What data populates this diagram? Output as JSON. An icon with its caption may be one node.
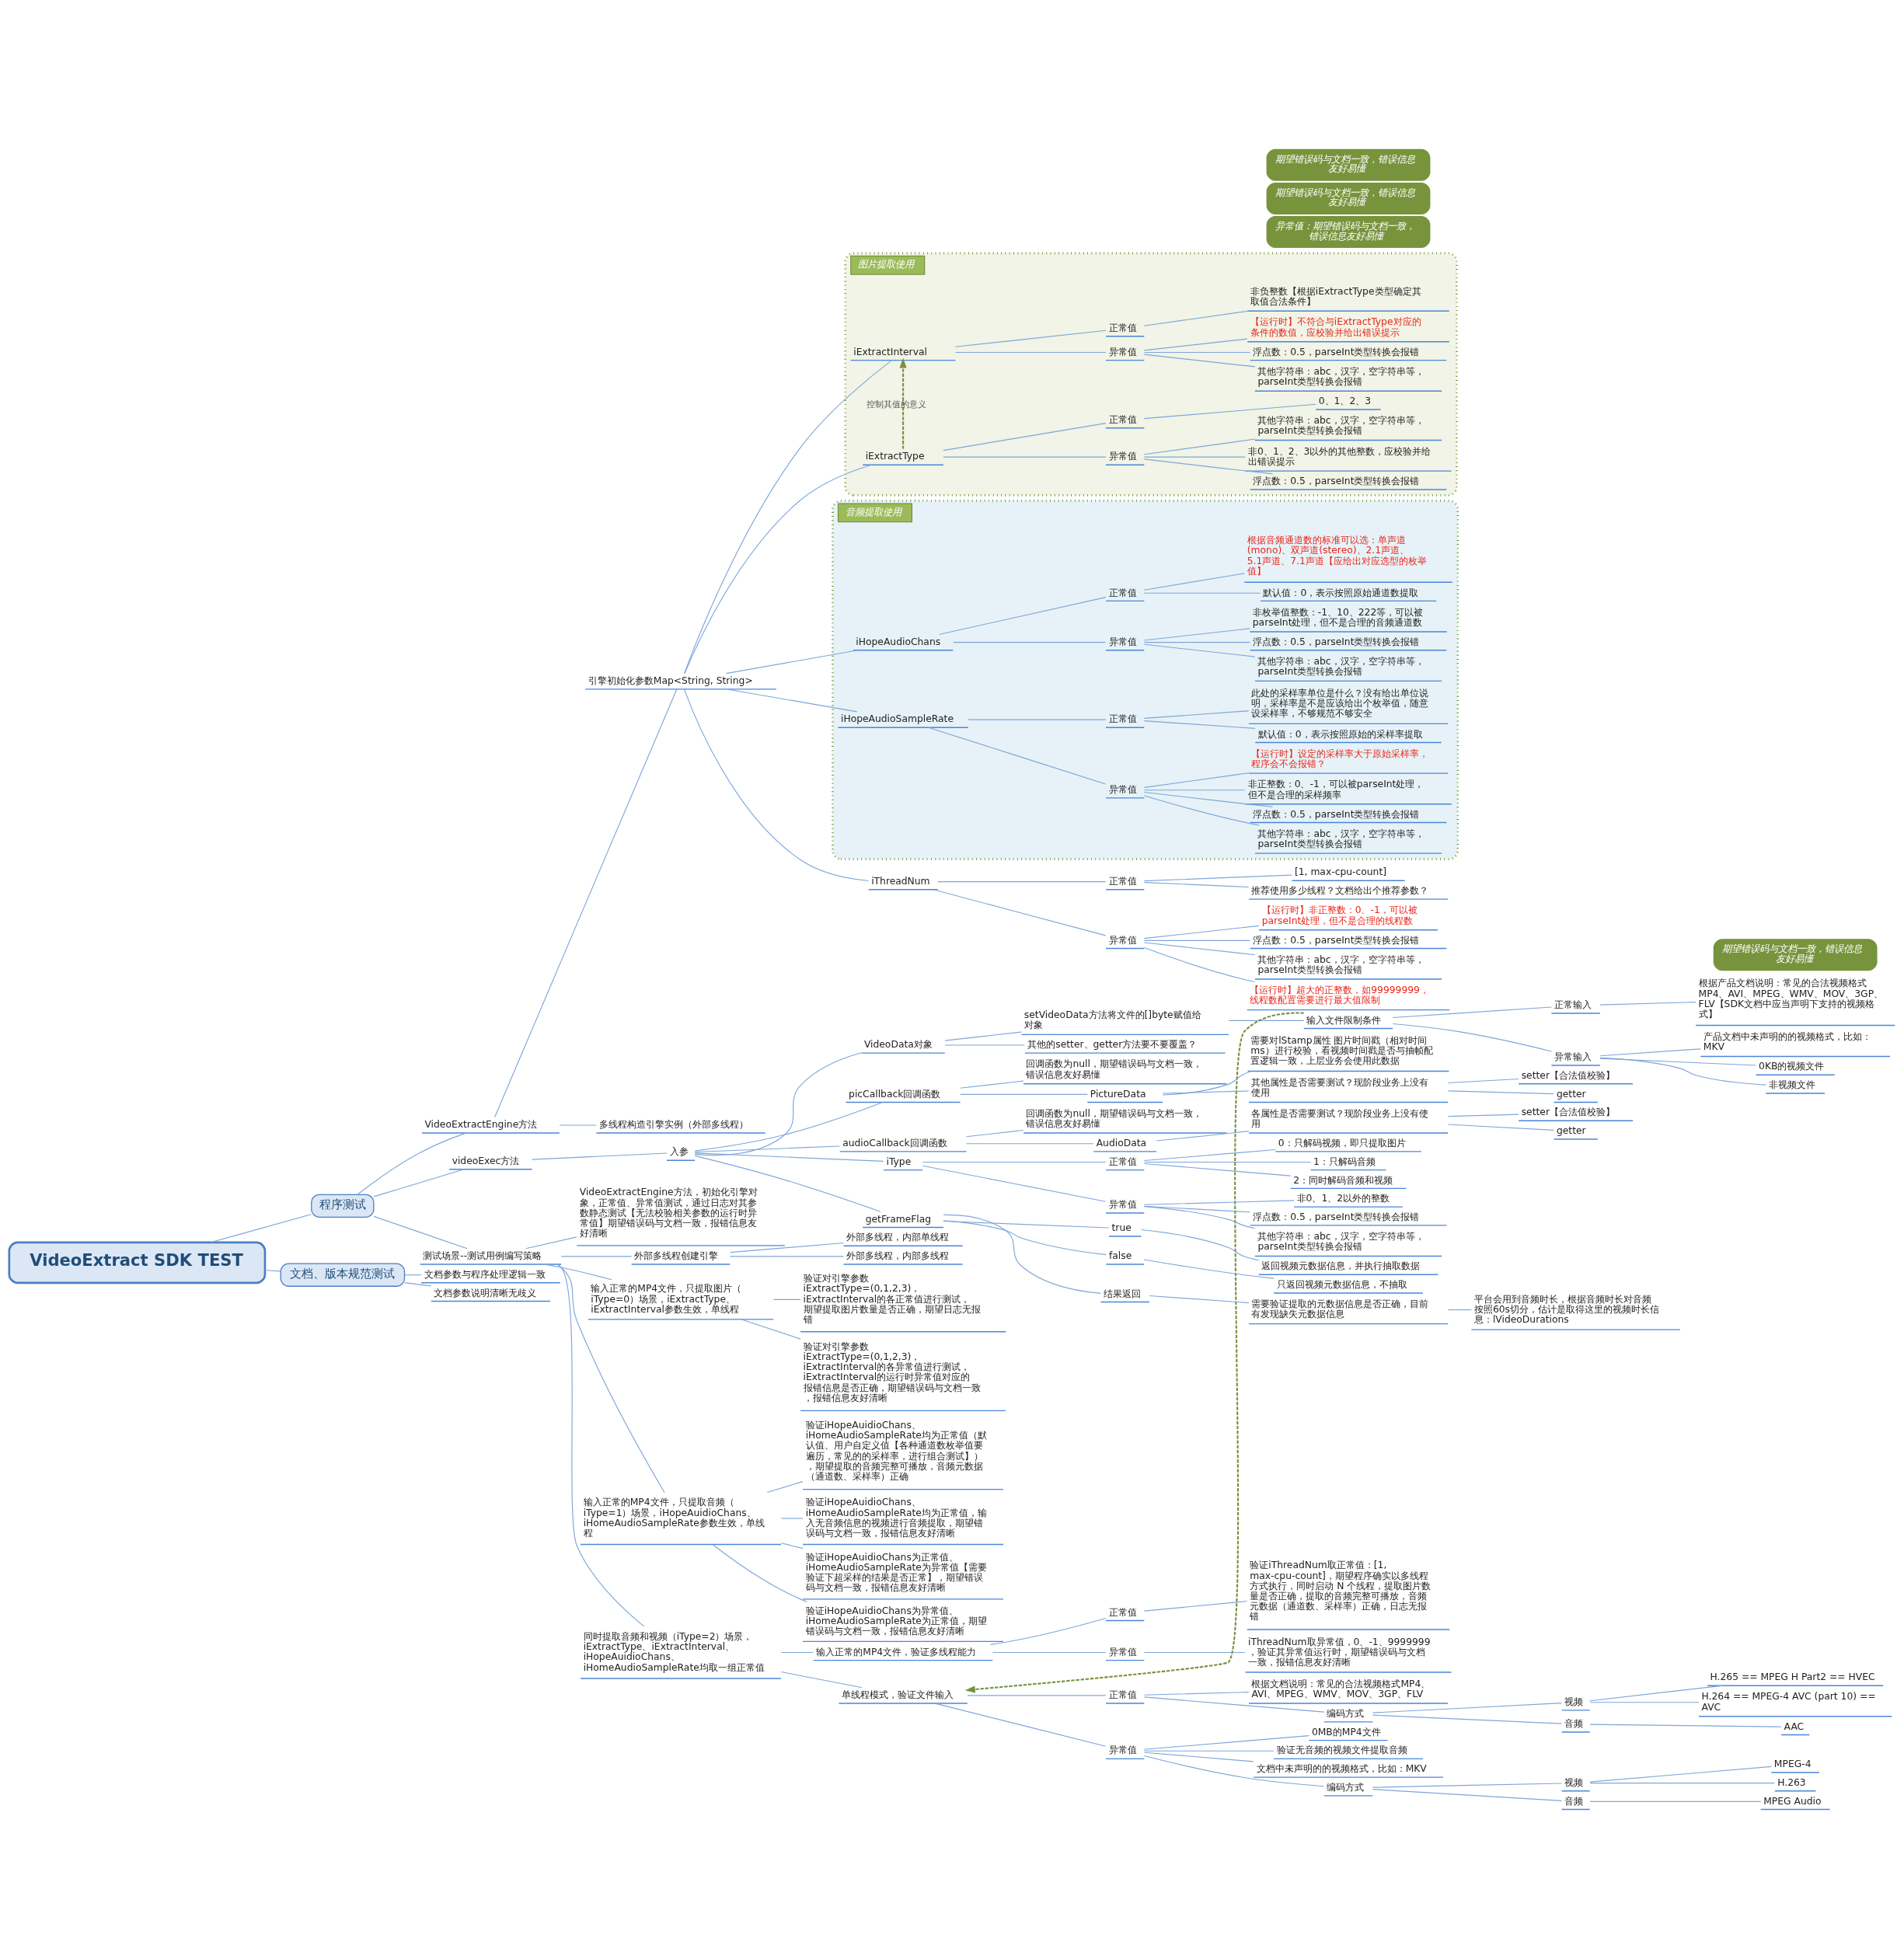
{
  "diagram": {
    "nodes": [
      {
        "text": [
          "VideoExtract SDK TEST"
        ]
      },
      {
        "text": [
          "程序测试"
        ]
      },
      {
        "text": [
          "VideoExtractEngine方法"
        ]
      },
      {
        "text": [
          "引擎初始化参数Map<String, String>"
        ]
      },
      {
        "text": [
          "iThreadNum"
        ]
      },
      {
        "text": [
          "正常值"
        ]
      },
      {
        "text": [
          "[1, max-cpu-count]"
        ]
      },
      {
        "text": [
          "推荐使用多少线程？文档给出个推荐参数？"
        ]
      },
      {
        "text": [
          "异常值"
        ]
      },
      {
        "text": [
          "【运行时】非正整数：0、-1，可以被parseInt处理，但不是合理的线程数"
        ]
      },
      {
        "text": [
          "浮点数：0.5，parseInt类型转换会报错"
        ]
      },
      {
        "text": [
          "其他字符串：abc，汉字，空字符串等，parseInt类型转换会报错"
        ]
      },
      {
        "text": [
          "【运行时】超大的正整数，如99999999，线程数配置需要进行最大值限制"
        ]
      },
      {
        "text": [
          "图片提取使用"
        ]
      },
      {
        "text": [
          "iExtractInterval"
        ],
        "in": 13
      },
      {
        "text": [
          "正常值"
        ],
        "in": 13
      },
      {
        "text": [
          "非负整数【根据iExtractType类型确定其取值合法条件】"
        ],
        "in": 13
      },
      {
        "text": [
          "异常值"
        ],
        "in": 13
      },
      {
        "text": [
          "浮点数：0.5，parseInt类型转换会报错"
        ],
        "in": 13
      },
      {
        "text": [
          "其他字符串：abc，汉字，空字符串等，parseInt类型转换会报错"
        ],
        "in": 13
      },
      {
        "text": [
          "【运行时】不符合与iExtractType对应的条件的数值，应校验并给出错误提示"
        ],
        "in": 13
      },
      {
        "text": [
          "iExtractType"
        ],
        "in": 13
      },
      {
        "text": [
          "正常值"
        ],
        "in": 13
      },
      {
        "text": [
          "0、1、2、3"
        ],
        "in": 13
      },
      {
        "text": [
          "异常值"
        ],
        "in": 13
      },
      {
        "text": [
          "非0、1、2、3以外的其他整数，应校验并给出错误提示"
        ],
        "in": 13
      },
      {
        "text": [
          "浮点数：0.5，parseInt类型转换会报错"
        ],
        "in": 13
      },
      {
        "text": [
          "其他字符串：abc，汉字，空字符串等，parseInt类型转换会报错"
        ],
        "in": 13
      },
      {
        "text": [
          "音频提取使用"
        ]
      },
      {
        "text": [
          "iHopeAudioChans"
        ],
        "in": 28
      },
      {
        "text": [
          "正常值"
        ],
        "in": 28
      },
      {
        "text": [
          "默认值：0，表示按照原始通道数提取"
        ],
        "in": 28
      },
      {
        "text": [
          "根据音频通道数的标准可以选：单声道(mono)、双声道(stereo)、2.1声道、5.1声道、7.1声道【应给出对应选型的枚举值】"
        ],
        "in": 28
      },
      {
        "text": [
          "异常值"
        ],
        "in": 28
      },
      {
        "text": [
          "非枚举值整数：-1、10、222等，可以被parseInt处理，但不是合理的音频通道数"
        ],
        "in": 28
      },
      {
        "text": [
          "浮点数：0.5，parseInt类型转换会报错"
        ],
        "in": 28
      },
      {
        "text": [
          "其他字符串：abc，汉字，空字符串等，parseInt类型转换会报错"
        ],
        "in": 28
      },
      {
        "text": [
          "iHopeAudioSampleRate"
        ],
        "in": 28
      },
      {
        "text": [
          "正常值"
        ],
        "in": 28
      },
      {
        "text": [
          "默认值：0，表示按照原始的采样率提取"
        ],
        "in": 28
      },
      {
        "text": [
          "此处的采样率单位是什么？没有给出单位说明，采样率是不是应该给出个枚举值，随意设采样率，不够规范不够安全"
        ],
        "in": 28
      },
      {
        "text": [
          "异常值"
        ],
        "in": 28
      },
      {
        "text": [
          "非正整数：0、-1，可以被parseInt处理，但不是合理的采样频率"
        ],
        "in": 28
      },
      {
        "text": [
          "浮点数：0.5，parseInt类型转换会报错"
        ],
        "in": 28
      },
      {
        "text": [
          "其他字符串：abc，汉字，空字符串等，parseInt类型转换会报错"
        ],
        "in": 28
      },
      {
        "text": [
          "【运行时】设定的采样率大于原始采样率，程序会不会报错？"
        ],
        "in": 28
      },
      {
        "text": [
          "异常值：期望错误码与文档一致，错误信息友好易懂"
        ]
      },
      {
        "text": [
          "多线程构造引擎实例（外部多线程）"
        ]
      },
      {
        "text": [
          "videoExec方法"
        ]
      },
      {
        "text": [
          "入参"
        ]
      },
      {
        "text": [
          "VideoData对象"
        ]
      },
      {
        "text": [
          "setVideoData方法将文件的[]byte赋值给对象"
        ]
      },
      {
        "text": [
          "输入文件限制条件"
        ]
      },
      {
        "text": [
          "正常输入"
        ]
      },
      {
        "text": [
          "根据产品文档说明：常见的合法视频格式MP4、AVI、MPEG、WMV、MOV、3GP、FLV【SDK文档中应当声明下支持的视频格式】"
        ]
      },
      {
        "text": [
          "异常输入"
        ]
      },
      {
        "text": [
          "产品文档中未声明的的视频格式，比如：MKV"
        ]
      },
      {
        "text": [
          "0KB的视频文件"
        ]
      },
      {
        "text": [
          "非视频文件"
        ]
      },
      {
        "text": [
          "期望错误码与文档一致，错误信息友好易懂"
        ]
      },
      {
        "text": [
          "其他的setter、getter方法要不要覆盖？"
        ]
      },
      {
        "text": [
          "picCallback回调函数"
        ]
      },
      {
        "text": [
          "回调函数为null，期望错误码与文档一致，错误信息友好易懂"
        ]
      },
      {
        "text": [
          "PictureData"
        ]
      },
      {
        "text": [
          "需要对lStamp属性 图片时间戳（相对时间ms）进行校验，看视频时间戳是否与抽帧配置逻辑一致，上层业务会使用此数据"
        ]
      },
      {
        "text": [
          "其他属性是否需要测试？现阶段业务上没有使用"
        ]
      },
      {
        "text": [
          "setter【合法值校验】"
        ]
      },
      {
        "text": [
          "getter"
        ]
      },
      {
        "text": [
          "audioCallback回调函数"
        ]
      },
      {
        "text": [
          "回调函数为null，期望错误码与文档一致，错误信息友好易懂"
        ]
      },
      {
        "text": [
          "AudioData"
        ]
      },
      {
        "text": [
          "各属性是否需要测试？现阶段业务上没有使用"
        ]
      },
      {
        "text": [
          "setter【合法值校验】"
        ]
      },
      {
        "text": [
          "getter"
        ]
      },
      {
        "text": [
          "iType"
        ]
      },
      {
        "text": [
          "正常值"
        ]
      },
      {
        "text": [
          "0：只解码视频，即只提取图片"
        ]
      },
      {
        "text": [
          "1：只解码音频"
        ]
      },
      {
        "text": [
          "2：同时解码音频和视频"
        ]
      },
      {
        "text": [
          "异常值"
        ]
      },
      {
        "text": [
          "非0、1、2以外的整数"
        ]
      },
      {
        "text": [
          "浮点数：0.5，parseInt类型转换会报错"
        ]
      },
      {
        "text": [
          "其他字符串：abc，汉字，空字符串等，parseInt类型转换会报错"
        ]
      },
      {
        "text": [
          "期望错误码与文档一致，错误信息友好易懂"
        ]
      },
      {
        "text": [
          "getFrameFlag"
        ]
      },
      {
        "text": [
          "true"
        ]
      },
      {
        "text": [
          "返回视频元数据信息，并执行抽取数据"
        ]
      },
      {
        "text": [
          "false"
        ]
      },
      {
        "text": [
          "只返回视频元数据信息，不抽取"
        ]
      },
      {
        "text": [
          "结果返回"
        ]
      },
      {
        "text": [
          "需要验证提取的元数据信息是否正确，目前有发现缺失元数据信息"
        ]
      },
      {
        "text": [
          "平台会用到音频时长，根据音频时长对音频按照60s切分，估计是取得这里的视频时长信息：lVideoDurations"
        ]
      },
      {
        "text": [
          "测试场景--测试用例编写策略"
        ]
      },
      {
        "text": [
          "VideoExtractEngine方法，初始化引擎对象，正常值、异常值测试，通过日志对其参数静态测试【无法校验相关参数的运行时异常值】期望错误码与文档一致，报错信息友好清晰"
        ]
      },
      {
        "text": [
          "外部多线程创建引擎"
        ]
      },
      {
        "text": [
          "外部多线程，内部单线程"
        ]
      },
      {
        "text": [
          "外部多线程，内部多线程"
        ]
      },
      {
        "text": [
          "输入正常的MP4文件，只提取图片（iType=0）场景，iExtractType、iExtractInterval参数生效，单线程"
        ]
      },
      {
        "text": [
          "验证对引擎参数iExtractType=(0,1,2,3)，iExtractInterval的各正常值进行测试，期望提取图片数量是否正确，期望日志无报错"
        ]
      },
      {
        "text": [
          "验证对引擎参数iExtractType=(0,1,2,3)，iExtractInterval的各异常值进行测试，iExtractInterval的运行时异常值对应的报错信息是否正确，期望错误码与文档一致，报错信息友好清晰"
        ]
      },
      {
        "text": [
          "输入正常的MP4文件，只提取音频（iType=1）场景，iHopeAuidioChans、iHomeAudioSampleRate参数生效，单线程"
        ]
      },
      {
        "text": [
          "验证iHopeAuidioChans、iHomeAudioSampleRate均为正常值（默认值、用户自定义值【各种通道数枚举值要遍历，常见的的采样率，进行组合测试】），期望提取的音频完整可播放，音频元数据（通道数、采样率）正确"
        ]
      },
      {
        "text": [
          "验证iHopeAuidioChans、iHomeAudioSampleRate均为正常值，输入无音频信息的视频进行音频提取，期望错误码与文档一致，报错信息友好清晰"
        ]
      },
      {
        "text": [
          "验证iHopeAuidioChans为正常值、iHomeAudioSampleRate为异常值【需要验证下超采样的结果是否正常】，期望错误码与文档一致，报错信息友好清晰"
        ]
      },
      {
        "text": [
          "验证iHopeAuidioChans为异常值、iHomeAudioSampleRate为正常值，期望错误码与文档一致，报错信息友好清晰"
        ]
      },
      {
        "text": [
          "同时提取音频和视频（iType=2）场景，iExtractType、iExtractInterval、iHopeAuidioChans、iHomeAudioSampleRate均取一组正常值"
        ]
      },
      {
        "text": [
          "输入正常的MP4文件，验证多线程能力"
        ]
      },
      {
        "text": [
          "正常值"
        ]
      },
      {
        "text": [
          "验证iThreadNum取正常值：[1, max-cpu-count]，期望程序确实以多线程方式执行，同时启动 N 个线程，提取图片数量是否正确，提取的音频完整可播放，音频元数据（通道数、采样率）正确，日志无报错"
        ]
      },
      {
        "text": [
          "异常值"
        ]
      },
      {
        "text": [
          "iThreadNum取异常值，0、-1、9999999，验证其异常值运行时，期望错误码与文档一致，报错信息友好清晰"
        ]
      },
      {
        "text": [
          "单线程模式，验证文件输入"
        ]
      },
      {
        "text": [
          "正常值"
        ]
      },
      {
        "text": [
          "根据文档说明：常见的合法视频格式MP4、AVI、MPEG、WMV、MOV、3GP、FLV"
        ]
      },
      {
        "text": [
          "编码方式"
        ]
      },
      {
        "text": [
          "视频"
        ]
      },
      {
        "text": [
          "H.265 == MPEG H Part2 == HVEC"
        ]
      },
      {
        "text": [
          "H.264 == MPEG-4 AVC (part 10) == AVC"
        ]
      },
      {
        "text": [
          "音频"
        ]
      },
      {
        "text": [
          "AAC"
        ]
      },
      {
        "text": [
          "异常值"
        ]
      },
      {
        "text": [
          "0MB的MP4文件"
        ]
      },
      {
        "text": [
          "验证无音频的视频文件提取音频"
        ]
      },
      {
        "text": [
          "文档中未声明的的视频格式，比如：MKV"
        ]
      },
      {
        "text": [
          "编码方式"
        ]
      },
      {
        "text": [
          "视频"
        ]
      },
      {
        "text": [
          "MPEG-4"
        ]
      },
      {
        "text": [
          "H.263"
        ]
      },
      {
        "text": [
          "音频"
        ]
      },
      {
        "text": [
          "MPEG Audio"
        ]
      },
      {
        "text": [
          "期望错误码与文档一致，错误信息友好易懂"
        ]
      },
      {
        "text": [
          "文档、版本规范测试"
        ]
      },
      {
        "text": [
          "文档参数与程序处理逻辑一致"
        ]
      },
      {
        "text": [
          "文档参数说明清晰无歧义"
        ]
      }
    ],
    "edges": [
      {
        "from": 0,
        "to": 1,
        "arrow": "none"
      },
      {
        "from": 1,
        "to": 2,
        "arrow": "none"
      },
      {
        "from": 2,
        "to": 3,
        "arrow": "none"
      },
      {
        "from": 3,
        "to": 14,
        "arrow": "none"
      },
      {
        "from": 14,
        "to": 17,
        "arrow": "none"
      },
      {
        "from": 17,
        "to": 20,
        "arrow": "none"
      },
      {
        "from": 17,
        "to": 19,
        "arrow": "none"
      },
      {
        "from": 17,
        "to": 18,
        "arrow": "none"
      },
      {
        "from": 14,
        "to": 15,
        "arrow": "none"
      },
      {
        "from": 15,
        "to": 16,
        "arrow": "none"
      },
      {
        "from": 3,
        "to": 21,
        "arrow": "none"
      },
      {
        "from": 21,
        "to": 24,
        "arrow": "none"
      },
      {
        "from": 24,
        "to": 27,
        "arrow": "none"
      },
      {
        "from": 24,
        "to": 26,
        "arrow": "none"
      },
      {
        "from": 24,
        "to": 25,
        "arrow": "none"
      },
      {
        "from": 21,
        "to": 22,
        "arrow": "none"
      },
      {
        "from": 22,
        "to": 23,
        "arrow": "none"
      },
      {
        "from": 21,
        "to": 14,
        "arrow": "to",
        "label": "控制其值的意义",
        "style": "dashed",
        "color": "#76923c"
      },
      {
        "from": 3,
        "to": 29,
        "arrow": "none"
      },
      {
        "from": 29,
        "to": 33,
        "arrow": "none"
      },
      {
        "from": 33,
        "to": 36,
        "arrow": "none"
      },
      {
        "from": 33,
        "to": 35,
        "arrow": "none"
      },
      {
        "from": 33,
        "to": 34,
        "arrow": "none"
      },
      {
        "from": 29,
        "to": 30,
        "arrow": "none"
      },
      {
        "from": 30,
        "to": 32,
        "arrow": "none"
      },
      {
        "from": 30,
        "to": 31,
        "arrow": "none"
      },
      {
        "from": 3,
        "to": 37,
        "arrow": "none"
      },
      {
        "from": 37,
        "to": 41,
        "arrow": "none"
      },
      {
        "from": 41,
        "to": 45,
        "arrow": "none"
      },
      {
        "from": 41,
        "to": 44,
        "arrow": "none"
      },
      {
        "from": 41,
        "to": 43,
        "arrow": "none"
      },
      {
        "from": 41,
        "to": 42,
        "arrow": "none"
      },
      {
        "from": 37,
        "to": 38,
        "arrow": "none"
      },
      {
        "from": 38,
        "to": 40,
        "arrow": "none"
      },
      {
        "from": 38,
        "to": 39,
        "arrow": "none"
      },
      {
        "from": 3,
        "to": 4,
        "arrow": "none"
      },
      {
        "from": 4,
        "to": 5,
        "arrow": "none"
      },
      {
        "from": 5,
        "to": 6,
        "arrow": "none"
      },
      {
        "from": 5,
        "to": 7,
        "arrow": "none"
      },
      {
        "from": 4,
        "to": 8,
        "arrow": "none"
      },
      {
        "from": 8,
        "to": 9,
        "arrow": "none"
      },
      {
        "from": 8,
        "to": 10,
        "arrow": "none"
      },
      {
        "from": 8,
        "to": 11,
        "arrow": "none"
      },
      {
        "from": 8,
        "to": 12,
        "arrow": "none"
      },
      {
        "from": 2,
        "to": 47,
        "arrow": "none"
      },
      {
        "from": 1,
        "to": 48,
        "arrow": "none"
      },
      {
        "from": 48,
        "to": 49,
        "arrow": "none"
      },
      {
        "from": 49,
        "to": 50,
        "arrow": "none"
      },
      {
        "from": 50,
        "to": 51,
        "arrow": "none"
      },
      {
        "from": 51,
        "to": 52,
        "arrow": "none"
      },
      {
        "from": 52,
        "to": 53,
        "arrow": "none"
      },
      {
        "from": 53,
        "to": 54,
        "arrow": "none"
      },
      {
        "from": 52,
        "to": 55,
        "arrow": "none"
      },
      {
        "from": 55,
        "to": 56,
        "arrow": "none"
      },
      {
        "from": 55,
        "to": 57,
        "arrow": "none"
      },
      {
        "from": 55,
        "to": 58,
        "arrow": "none"
      },
      {
        "from": 50,
        "to": 60,
        "arrow": "none"
      },
      {
        "from": 49,
        "to": 61,
        "arrow": "none"
      },
      {
        "from": 61,
        "to": 62,
        "arrow": "none"
      },
      {
        "from": 61,
        "to": 63,
        "arrow": "none"
      },
      {
        "from": 63,
        "to": 64,
        "arrow": "none"
      },
      {
        "from": 63,
        "to": 65,
        "arrow": "none"
      },
      {
        "from": 65,
        "to": 66,
        "arrow": "none"
      },
      {
        "from": 65,
        "to": 67,
        "arrow": "none"
      },
      {
        "from": 49,
        "to": 68,
        "arrow": "none"
      },
      {
        "from": 68,
        "to": 69,
        "arrow": "none"
      },
      {
        "from": 68,
        "to": 70,
        "arrow": "none"
      },
      {
        "from": 70,
        "to": 71,
        "arrow": "none"
      },
      {
        "from": 71,
        "to": 72,
        "arrow": "none"
      },
      {
        "from": 71,
        "to": 73,
        "arrow": "none"
      },
      {
        "from": 49,
        "to": 74,
        "arrow": "none"
      },
      {
        "from": 74,
        "to": 75,
        "arrow": "none"
      },
      {
        "from": 75,
        "to": 76,
        "arrow": "none"
      },
      {
        "from": 75,
        "to": 77,
        "arrow": "none"
      },
      {
        "from": 75,
        "to": 78,
        "arrow": "none"
      },
      {
        "from": 74,
        "to": 79,
        "arrow": "none"
      },
      {
        "from": 79,
        "to": 80,
        "arrow": "none"
      },
      {
        "from": 79,
        "to": 81,
        "arrow": "none"
      },
      {
        "from": 79,
        "to": 82,
        "arrow": "none"
      },
      {
        "from": 49,
        "to": 84,
        "arrow": "none"
      },
      {
        "from": 84,
        "to": 85,
        "arrow": "none"
      },
      {
        "from": 85,
        "to": 86,
        "arrow": "none"
      },
      {
        "from": 84,
        "to": 87,
        "arrow": "none"
      },
      {
        "from": 87,
        "to": 88,
        "arrow": "none"
      },
      {
        "from": 84,
        "to": 89,
        "arrow": "none"
      },
      {
        "from": 89,
        "to": 90,
        "arrow": "none"
      },
      {
        "from": 90,
        "to": 91,
        "arrow": "none"
      },
      {
        "from": 1,
        "to": 92,
        "arrow": "none"
      },
      {
        "from": 92,
        "to": 93,
        "arrow": "none"
      },
      {
        "from": 92,
        "to": 94,
        "arrow": "none"
      },
      {
        "from": 94,
        "to": 95,
        "arrow": "none"
      },
      {
        "from": 94,
        "to": 96,
        "arrow": "none"
      },
      {
        "from": 92,
        "to": 97,
        "arrow": "none"
      },
      {
        "from": 97,
        "to": 98,
        "arrow": "none"
      },
      {
        "from": 97,
        "to": 99,
        "arrow": "none"
      },
      {
        "from": 92,
        "to": 100,
        "arrow": "none"
      },
      {
        "from": 100,
        "to": 101,
        "arrow": "none"
      },
      {
        "from": 100,
        "to": 102,
        "arrow": "none"
      },
      {
        "from": 100,
        "to": 103,
        "arrow": "none"
      },
      {
        "from": 100,
        "to": 104,
        "arrow": "none"
      },
      {
        "from": 92,
        "to": 105,
        "arrow": "none"
      },
      {
        "from": 105,
        "to": 106,
        "arrow": "none"
      },
      {
        "from": 106,
        "to": 107,
        "arrow": "none"
      },
      {
        "from": 107,
        "to": 108,
        "arrow": "none"
      },
      {
        "from": 106,
        "to": 109,
        "arrow": "none"
      },
      {
        "from": 109,
        "to": 110,
        "arrow": "none"
      },
      {
        "from": 105,
        "to": 111,
        "arrow": "none"
      },
      {
        "from": 111,
        "to": 112,
        "arrow": "none"
      },
      {
        "from": 112,
        "to": 113,
        "arrow": "none"
      },
      {
        "from": 112,
        "to": 114,
        "arrow": "none"
      },
      {
        "from": 114,
        "to": 115,
        "arrow": "none"
      },
      {
        "from": 115,
        "to": 116,
        "arrow": "none"
      },
      {
        "from": 115,
        "to": 117,
        "arrow": "none"
      },
      {
        "from": 114,
        "to": 118,
        "arrow": "none"
      },
      {
        "from": 118,
        "to": 119,
        "arrow": "none"
      },
      {
        "from": 111,
        "to": 120,
        "arrow": "none"
      },
      {
        "from": 120,
        "to": 121,
        "arrow": "none"
      },
      {
        "from": 120,
        "to": 122,
        "arrow": "none"
      },
      {
        "from": 120,
        "to": 123,
        "arrow": "none"
      },
      {
        "from": 120,
        "to": 124,
        "arrow": "none"
      },
      {
        "from": 124,
        "to": 125,
        "arrow": "none"
      },
      {
        "from": 125,
        "to": 126,
        "arrow": "none"
      },
      {
        "from": 125,
        "to": 127,
        "arrow": "none"
      },
      {
        "from": 124,
        "to": 128,
        "arrow": "none"
      },
      {
        "from": 128,
        "to": 129,
        "arrow": "none"
      },
      {
        "from": 52,
        "to": 111,
        "arrow": "to",
        "style": "dashed",
        "color": "#76923c"
      },
      {
        "from": 0,
        "to": 131,
        "arrow": "none"
      },
      {
        "from": 131,
        "to": 132,
        "arrow": "none"
      },
      {
        "from": 131,
        "to": 133,
        "arrow": "none"
      }
    ]
  }
}
